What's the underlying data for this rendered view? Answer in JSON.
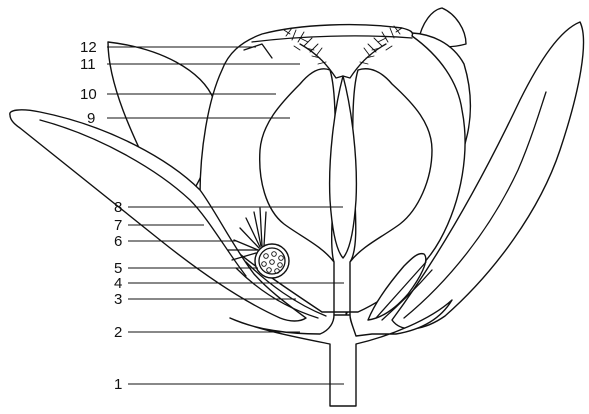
{
  "labels": [
    {
      "id": "label-1",
      "text": "1"
    },
    {
      "id": "label-2",
      "text": "2"
    },
    {
      "id": "label-3",
      "text": "3"
    },
    {
      "id": "label-4",
      "text": "4"
    },
    {
      "id": "label-5",
      "text": "5"
    },
    {
      "id": "label-6",
      "text": "6"
    },
    {
      "id": "label-7",
      "text": "7"
    },
    {
      "id": "label-8",
      "text": "8"
    },
    {
      "id": "label-9",
      "text": "9"
    },
    {
      "id": "label-10",
      "text": "10"
    },
    {
      "id": "label-11",
      "text": "11"
    },
    {
      "id": "label-12",
      "text": "12"
    }
  ]
}
